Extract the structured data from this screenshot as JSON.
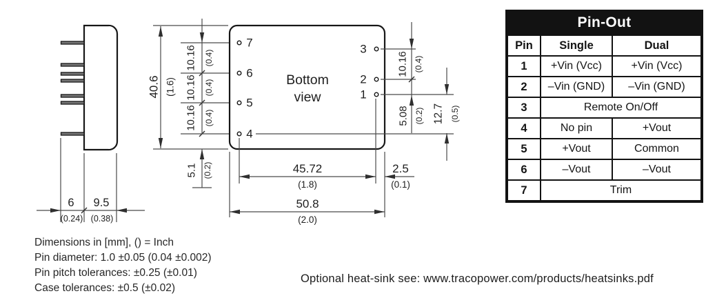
{
  "diagram": {
    "bottom_view": {
      "label_line1": "Bottom",
      "label_line2": "view",
      "pins_left": [
        "7",
        "6",
        "5",
        "4"
      ],
      "pins_right": [
        "3",
        "2",
        "1"
      ]
    },
    "dims": {
      "case_height_mm": "40.6",
      "case_height_in": "(1.6)",
      "pin_pitch_mm": "10.16",
      "pin_pitch_in": "(0.4)",
      "pin4_offset_mm": "5.1",
      "pin4_offset_in": "(0.2)",
      "pin12_pitch_mm": "5.08",
      "pin12_pitch_in": "(0.2)",
      "pin1_offset_mm": "12.7",
      "pin1_offset_in": "(0.5)",
      "pin_span_mm": "45.72",
      "pin_span_in": "(1.8)",
      "case_width_mm": "50.8",
      "case_width_in": "(2.0)",
      "pin_edge_mm": "2.5",
      "pin_edge_in": "(0.1)",
      "pin_length_mm": "6",
      "pin_length_in": "(0.24)",
      "case_depth_mm": "9.5",
      "case_depth_in": "(0.38)"
    }
  },
  "pinout": {
    "title": "Pin-Out",
    "columns": [
      "Pin",
      "Single",
      "Dual"
    ],
    "rows": [
      {
        "pin": "1",
        "single": "+Vin (Vcc)",
        "dual": "+Vin (Vcc)"
      },
      {
        "pin": "2",
        "single": "–Vin (GND)",
        "dual": "–Vin (GND)"
      },
      {
        "pin": "3",
        "span": "Remote On/Off"
      },
      {
        "pin": "4",
        "single": "No pin",
        "dual": "+Vout"
      },
      {
        "pin": "5",
        "single": "+Vout",
        "dual": "Common"
      },
      {
        "pin": "6",
        "single": "–Vout",
        "dual": "–Vout"
      },
      {
        "pin": "7",
        "span": "Trim"
      }
    ]
  },
  "notes": {
    "units": "Dimensions in [mm], () = Inch",
    "pin_diameter": "Pin diameter: 1.0 ±0.05 (0.04 ±0.002)",
    "pin_pitch_tol": "Pin pitch tolerances: ±0.25 (±0.01)",
    "case_tol": "Case tolerances: ±0.5 (±0.02)"
  },
  "footer": {
    "heatsink_note": "Optional heat-sink see: www.tracopower.com/products/heatsinks.pdf"
  }
}
